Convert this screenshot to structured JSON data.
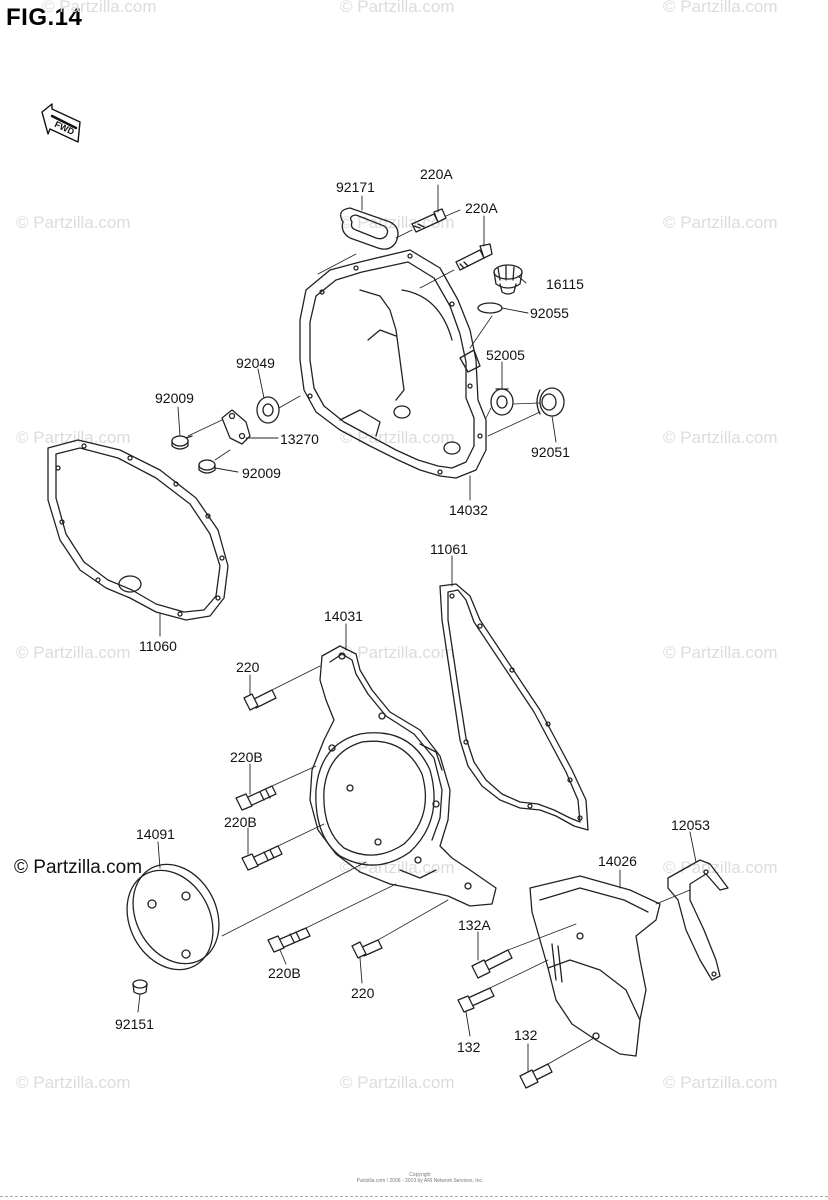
{
  "figure": {
    "title": "FIG.14",
    "direction_marker": "FWD"
  },
  "watermark": {
    "text": "© Partzilla.com",
    "bold_text": "© Partzilla.com"
  },
  "parts": [
    {
      "id": "p92171",
      "number": "92171"
    },
    {
      "id": "p220A-top",
      "number": "220A"
    },
    {
      "id": "p220A-mid",
      "number": "220A"
    },
    {
      "id": "p16115",
      "number": "16115"
    },
    {
      "id": "p92055",
      "number": "92055"
    },
    {
      "id": "p92049",
      "number": "92049"
    },
    {
      "id": "p52005",
      "number": "52005"
    },
    {
      "id": "p92009-a",
      "number": "92009"
    },
    {
      "id": "p13270",
      "number": "13270"
    },
    {
      "id": "p92051",
      "number": "92051"
    },
    {
      "id": "p92009-b",
      "number": "92009"
    },
    {
      "id": "p14032",
      "number": "14032"
    },
    {
      "id": "p11061",
      "number": "11061"
    },
    {
      "id": "p11060",
      "number": "11060"
    },
    {
      "id": "p14031",
      "number": "14031"
    },
    {
      "id": "p220-top",
      "number": "220"
    },
    {
      "id": "p220B-a",
      "number": "220B"
    },
    {
      "id": "p220B-b",
      "number": "220B"
    },
    {
      "id": "p14091",
      "number": "14091"
    },
    {
      "id": "p12053",
      "number": "12053"
    },
    {
      "id": "p14026",
      "number": "14026"
    },
    {
      "id": "p132A",
      "number": "132A"
    },
    {
      "id": "p220B-c",
      "number": "220B"
    },
    {
      "id": "p220-bottom",
      "number": "220"
    },
    {
      "id": "p92151",
      "number": "92151"
    },
    {
      "id": "p132-a",
      "number": "132"
    },
    {
      "id": "p132-b",
      "number": "132"
    }
  ],
  "copyright": {
    "line1": "Copyright",
    "line2": "Partzilla.com / 2006 - 2019 by ARI Network Services, Inc."
  }
}
